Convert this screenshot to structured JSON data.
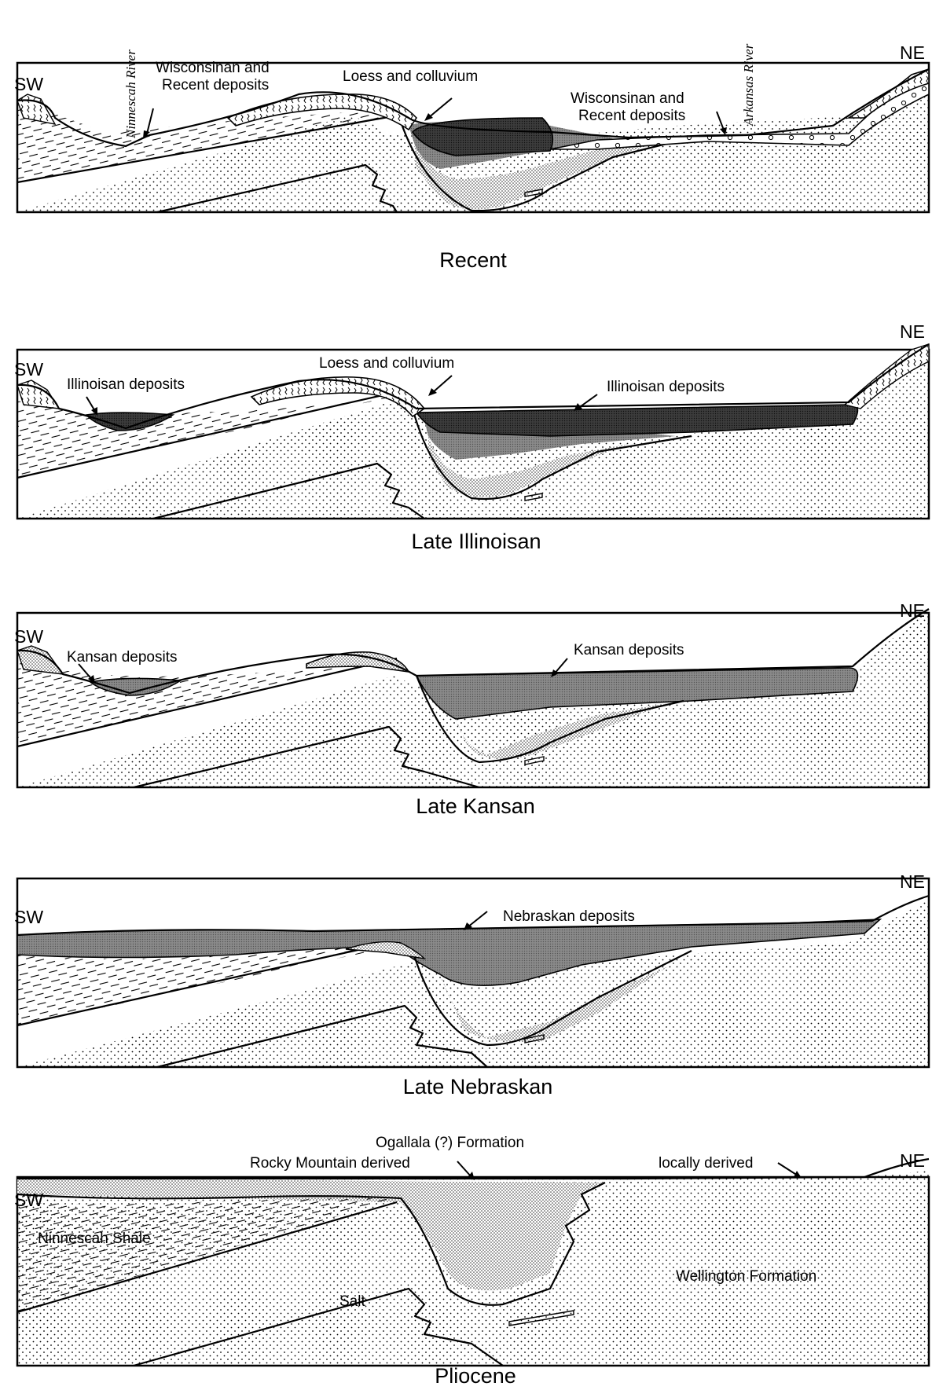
{
  "diagram": {
    "panels": [
      {
        "caption": "Recent",
        "dir_left": "SW",
        "dir_right": "NE",
        "labels": {
          "river_left": "Ninnescah River",
          "river_right": "Arkansas River",
          "deposits_left_1": "Wisconsinan and",
          "deposits_left_2": "Recent deposits",
          "loess": "Loess and colluvium",
          "deposits_right_1": "Wisconsinan and",
          "deposits_right_2": "Recent deposits"
        }
      },
      {
        "caption": "Late Illinoisan",
        "dir_left": "SW",
        "dir_right": "NE",
        "labels": {
          "deposits_left": "Illinoisan deposits",
          "loess": "Loess and colluvium",
          "deposits_right": "Illinoisan deposits"
        }
      },
      {
        "caption": "Late Kansan",
        "dir_left": "SW",
        "dir_right": "NE",
        "labels": {
          "deposits_left": "Kansan deposits",
          "deposits_right": "Kansan deposits"
        }
      },
      {
        "caption": "Late Nebraskan",
        "dir_left": "SW",
        "dir_right": "NE",
        "labels": {
          "deposits": "Nebraskan deposits"
        }
      },
      {
        "caption": "Pliocene",
        "dir_left": "SW",
        "dir_right": "NE",
        "labels": {
          "ogallala": "Ogallala (?)  Formation",
          "rocky": "Rocky Mountain derived",
          "local": "locally derived",
          "shale": "Ninnescah Shale",
          "salt": "Salt",
          "wellington": "Wellington Formation"
        }
      }
    ]
  }
}
